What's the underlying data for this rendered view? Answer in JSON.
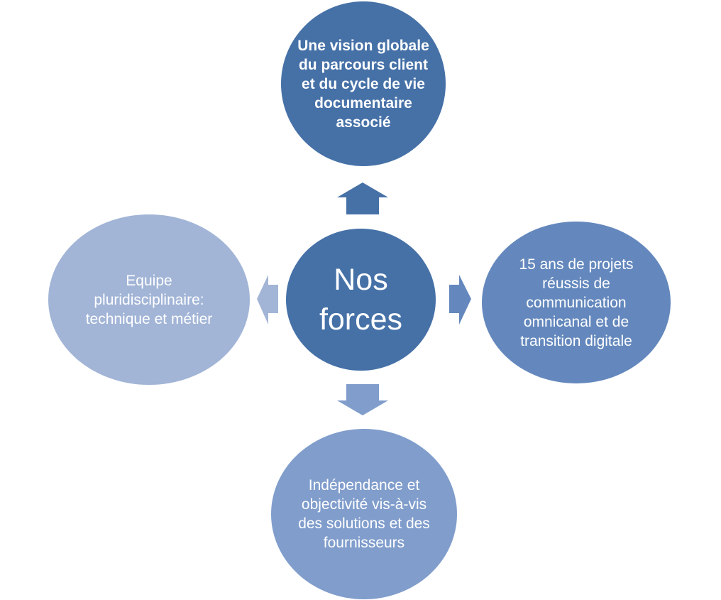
{
  "diagram": {
    "center": {
      "label": "Nos\nforces"
    },
    "top": {
      "label": "Une vision globale du parcours client et du cycle de vie documentaire associé"
    },
    "right": {
      "label": "15 ans de projets réussis de communication omnicanal et de transition digitale"
    },
    "left": {
      "label": "Equipe pluridisciplinaire: technique et métier"
    },
    "bottom": {
      "label": "Indépendance et objectivité vis-à-vis des solutions et des fournisseurs"
    }
  },
  "colors": {
    "center": "#4671a7",
    "top": "#4671a7",
    "right": "#6488bd",
    "left": "#a2b5d7",
    "bottom": "#809dcc"
  }
}
